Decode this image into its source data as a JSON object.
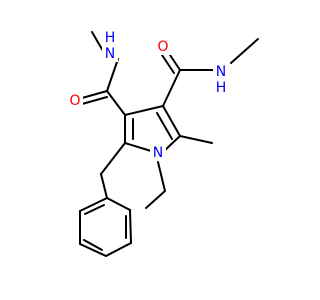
{
  "molecule": {
    "colors": {
      "carbon_bond": "#000000",
      "nitrogen": "#0000ff",
      "oxygen": "#ff0000",
      "background": "#ffffff"
    },
    "atom_labels": {
      "amide_left_n": "N",
      "amide_left_h": "H",
      "amide_left_o": "O",
      "amide_right_n": "N",
      "amide_right_h": "H",
      "amide_right_o": "O",
      "ring_n": "N"
    }
  }
}
